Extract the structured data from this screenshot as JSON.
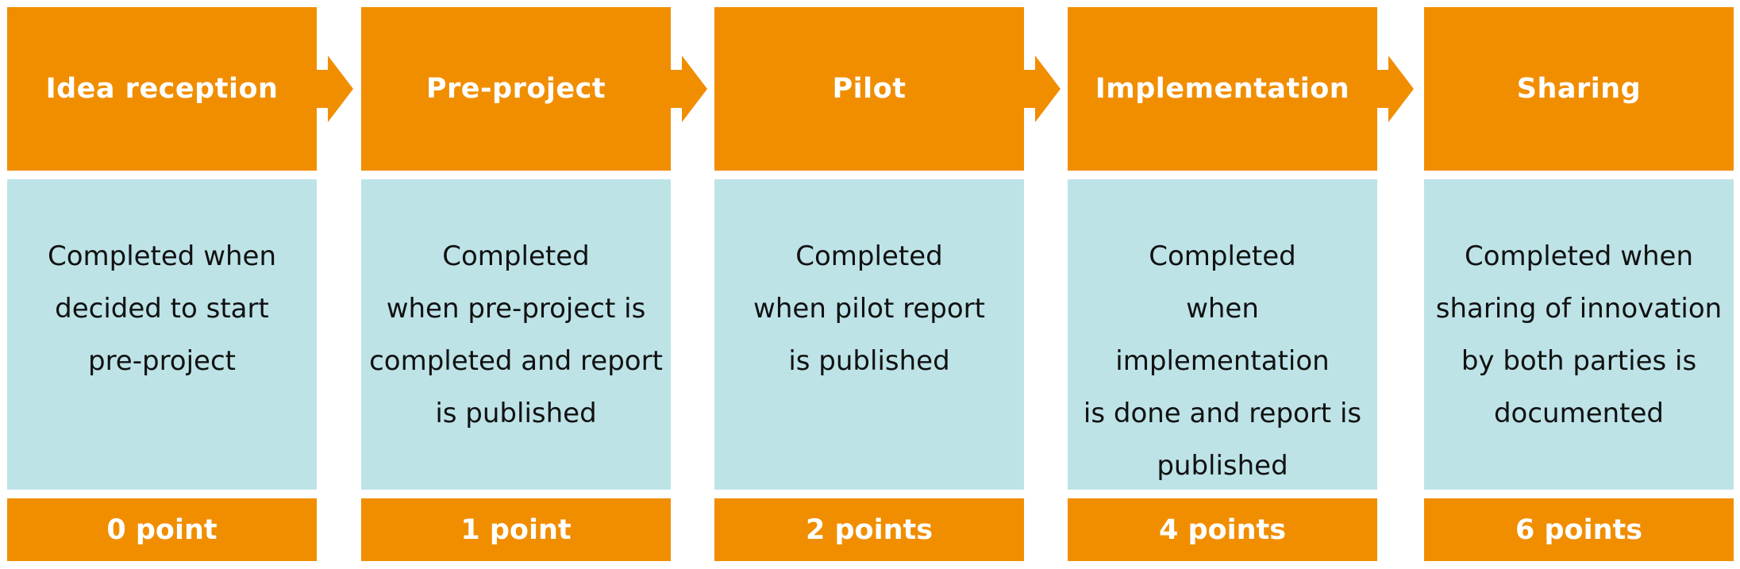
{
  "stages": [
    {
      "title": "Idea reception",
      "description": [
        "Completed when",
        "decided to start",
        "pre-project"
      ],
      "points": "0 point"
    },
    {
      "title": "Pre-project",
      "description": [
        "Completed",
        "when pre-project is",
        "completed and report",
        "is published"
      ],
      "points": "1 point"
    },
    {
      "title": "Pilot",
      "description": [
        "Completed",
        "when pilot report",
        "is published"
      ],
      "points": "2 points"
    },
    {
      "title": "Implementation",
      "description": [
        "Completed",
        "when implementation",
        "is done and report is",
        "published"
      ],
      "points": "4 points"
    },
    {
      "title": "Sharing",
      "description": [
        "Completed when",
        "sharing of innovation",
        "by both parties is",
        "documented"
      ],
      "points": "6 points"
    }
  ],
  "colors": {
    "header": "#f18e00",
    "body": "#bde3e7",
    "footer": "#f18e00",
    "header_text": "#ffffff",
    "body_text": "#111111"
  },
  "icons": {
    "connector": "arrow-right-icon"
  }
}
